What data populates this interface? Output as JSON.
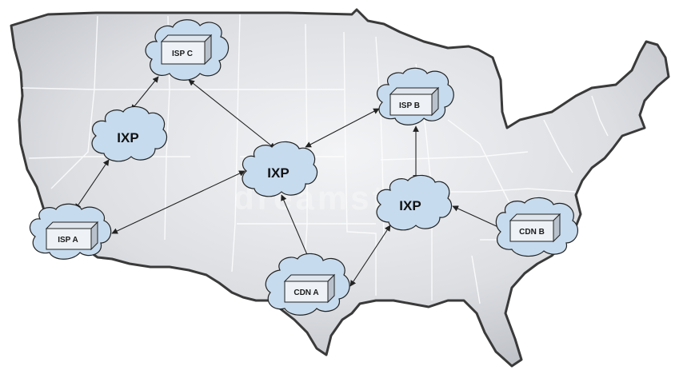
{
  "diagram": {
    "watermark": "dreamstime",
    "nodes": [
      {
        "id": "isp-c",
        "kind": "box",
        "label": "ISP C"
      },
      {
        "id": "isp-b",
        "kind": "box",
        "label": "ISP B"
      },
      {
        "id": "isp-a",
        "kind": "box",
        "label": "ISP A"
      },
      {
        "id": "cdn-a",
        "kind": "box",
        "label": "CDN A"
      },
      {
        "id": "cdn-b",
        "kind": "box",
        "label": "CDN B"
      },
      {
        "id": "ixp-west",
        "kind": "ixp",
        "label": "IXP"
      },
      {
        "id": "ixp-center",
        "kind": "ixp",
        "label": "IXP"
      },
      {
        "id": "ixp-east",
        "kind": "ixp",
        "label": "IXP"
      }
    ],
    "links": [
      {
        "from": "isp-c",
        "to": "ixp-west"
      },
      {
        "from": "ixp-west",
        "to": "isp-a"
      },
      {
        "from": "isp-c",
        "to": "ixp-center"
      },
      {
        "from": "isp-b",
        "to": "ixp-center"
      },
      {
        "from": "isp-a",
        "to": "ixp-center"
      },
      {
        "from": "ixp-center",
        "to": "cdn-a"
      },
      {
        "from": "cdn-a",
        "to": "ixp-east"
      },
      {
        "from": "isp-b",
        "to": "ixp-east"
      },
      {
        "from": "ixp-east",
        "to": "cdn-b"
      }
    ],
    "colors": {
      "map_fill": "#dcdee2",
      "map_border": "#3a3a3a",
      "state_lines": "#ffffff",
      "cloud_fill": "#c7dbee",
      "cloud_stroke": "#222222",
      "box_front": "#eef2f6",
      "box_side": "#b9c2cc",
      "arrow": "#222222"
    }
  }
}
